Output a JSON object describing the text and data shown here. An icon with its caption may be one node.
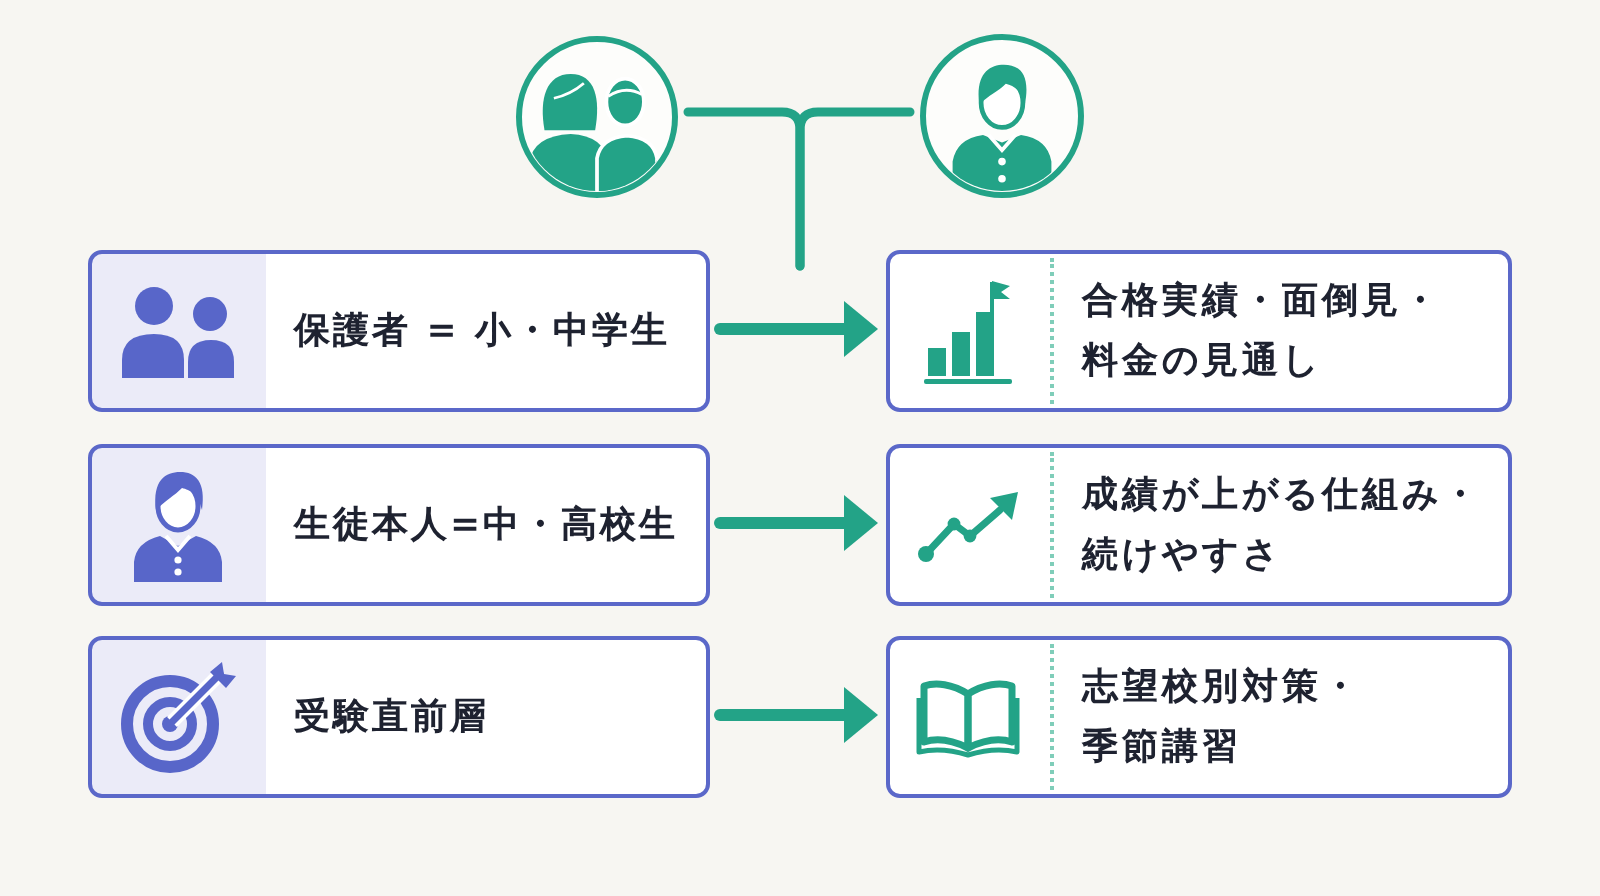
{
  "diagram": {
    "nodes": [
      {
        "text": [],
        "shape": "circle"
      },
      {
        "text": [],
        "shape": "circle"
      },
      {
        "text": [
          "保護者 = 小・中学生"
        ]
      },
      {
        "text": [
          "合格実績・面倒見・料金の見通し"
        ]
      },
      {
        "text": [
          "生徒本人=中・高校生"
        ]
      },
      {
        "text": [
          "成績が上がる仕組み・続けやすさ"
        ]
      },
      {
        "text": [
          "受験直前層"
        ]
      },
      {
        "text": [
          "志望校別対策・季節講習"
        ]
      }
    ],
    "edges": [
      {
        "from": 0,
        "to": null,
        "arrow": "none"
      },
      {
        "from": 1,
        "to": null,
        "arrow": "none"
      },
      {
        "from": 2,
        "to": 3,
        "arrow": "to"
      },
      {
        "from": 4,
        "to": 5,
        "arrow": "to"
      },
      {
        "from": 6,
        "to": 7,
        "arrow": "to"
      }
    ]
  }
}
